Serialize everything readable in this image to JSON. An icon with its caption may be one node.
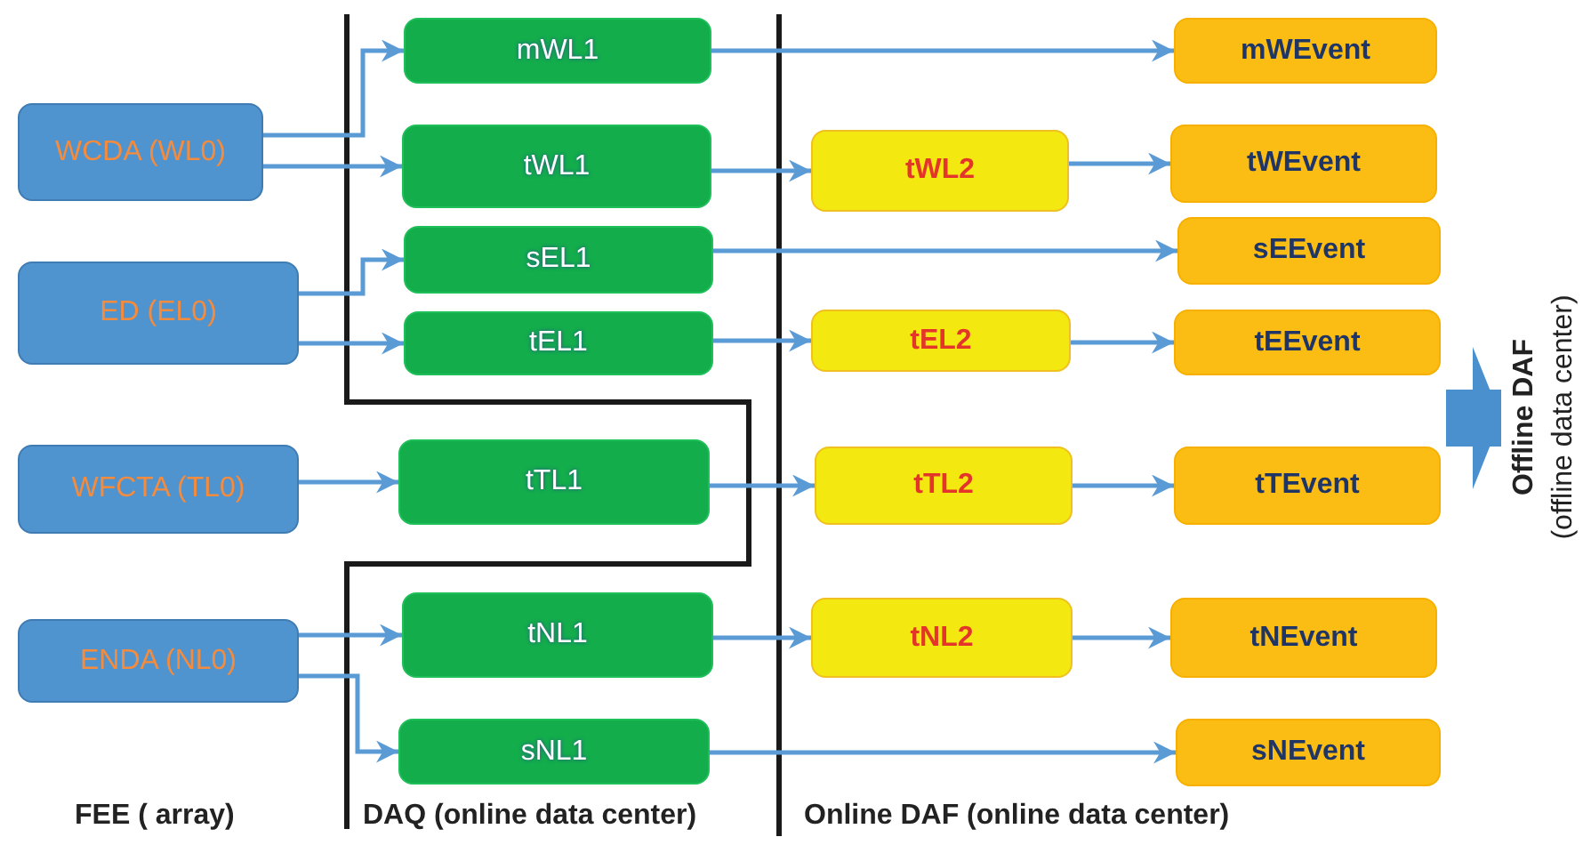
{
  "diagram": {
    "nodes": [
      {
        "text": [
          "WCDA (WL0)"
        ]
      },
      {
        "text": [
          "ED (EL0)"
        ]
      },
      {
        "text": [
          "WFCTA (TL0)"
        ]
      },
      {
        "text": [
          "ENDA (NL0)"
        ]
      },
      {
        "text": [
          "mWL1"
        ]
      },
      {
        "text": [
          "tWL1"
        ]
      },
      {
        "text": [
          "sEL1"
        ]
      },
      {
        "text": [
          "tEL1"
        ]
      },
      {
        "text": [
          "tTL1"
        ]
      },
      {
        "text": [
          "tNL1"
        ]
      },
      {
        "text": [
          "sNL1"
        ]
      },
      {
        "text": [
          "tWL2"
        ]
      },
      {
        "text": [
          "tEL2"
        ]
      },
      {
        "text": [
          "tTL2"
        ]
      },
      {
        "text": [
          "tNL2"
        ]
      },
      {
        "text": [
          "mWEvent"
        ]
      },
      {
        "text": [
          "tWEvent"
        ]
      },
      {
        "text": [
          "sEEvent"
        ]
      },
      {
        "text": [
          "tEEvent"
        ]
      },
      {
        "text": [
          "tTEvent"
        ]
      },
      {
        "text": [
          "tNEvent"
        ]
      },
      {
        "text": [
          "sNEvent"
        ]
      },
      {
        "text": [
          "Offline DAF",
          "(offline data center)"
        ]
      }
    ],
    "edges": [
      {
        "from": 0,
        "to": 4,
        "arrow": "to"
      },
      {
        "from": 0,
        "to": 5,
        "arrow": "to"
      },
      {
        "from": 1,
        "to": 6,
        "arrow": "to"
      },
      {
        "from": 1,
        "to": 7,
        "arrow": "to"
      },
      {
        "from": 2,
        "to": 8,
        "arrow": "to"
      },
      {
        "from": 3,
        "to": 9,
        "arrow": "to"
      },
      {
        "from": 3,
        "to": 10,
        "arrow": "to"
      },
      {
        "from": 4,
        "to": 15,
        "arrow": "to"
      },
      {
        "from": 5,
        "to": 11,
        "arrow": "to"
      },
      {
        "from": 11,
        "to": 16,
        "arrow": "to"
      },
      {
        "from": 6,
        "to": 17,
        "arrow": "to"
      },
      {
        "from": 7,
        "to": 12,
        "arrow": "to"
      },
      {
        "from": 12,
        "to": 18,
        "arrow": "to"
      },
      {
        "from": 8,
        "to": 13,
        "arrow": "to"
      },
      {
        "from": 13,
        "to": 19,
        "arrow": "to"
      },
      {
        "from": 9,
        "to": 14,
        "arrow": "to"
      },
      {
        "from": 14,
        "to": 20,
        "arrow": "to"
      },
      {
        "from": 10,
        "to": 21,
        "arrow": "to"
      },
      {
        "from": null,
        "to": 22,
        "arrow": "to",
        "style": "thick"
      }
    ],
    "labels": [
      "FEE ( array)",
      "DAQ (online data center)",
      "Online DAF (online data center)"
    ]
  }
}
